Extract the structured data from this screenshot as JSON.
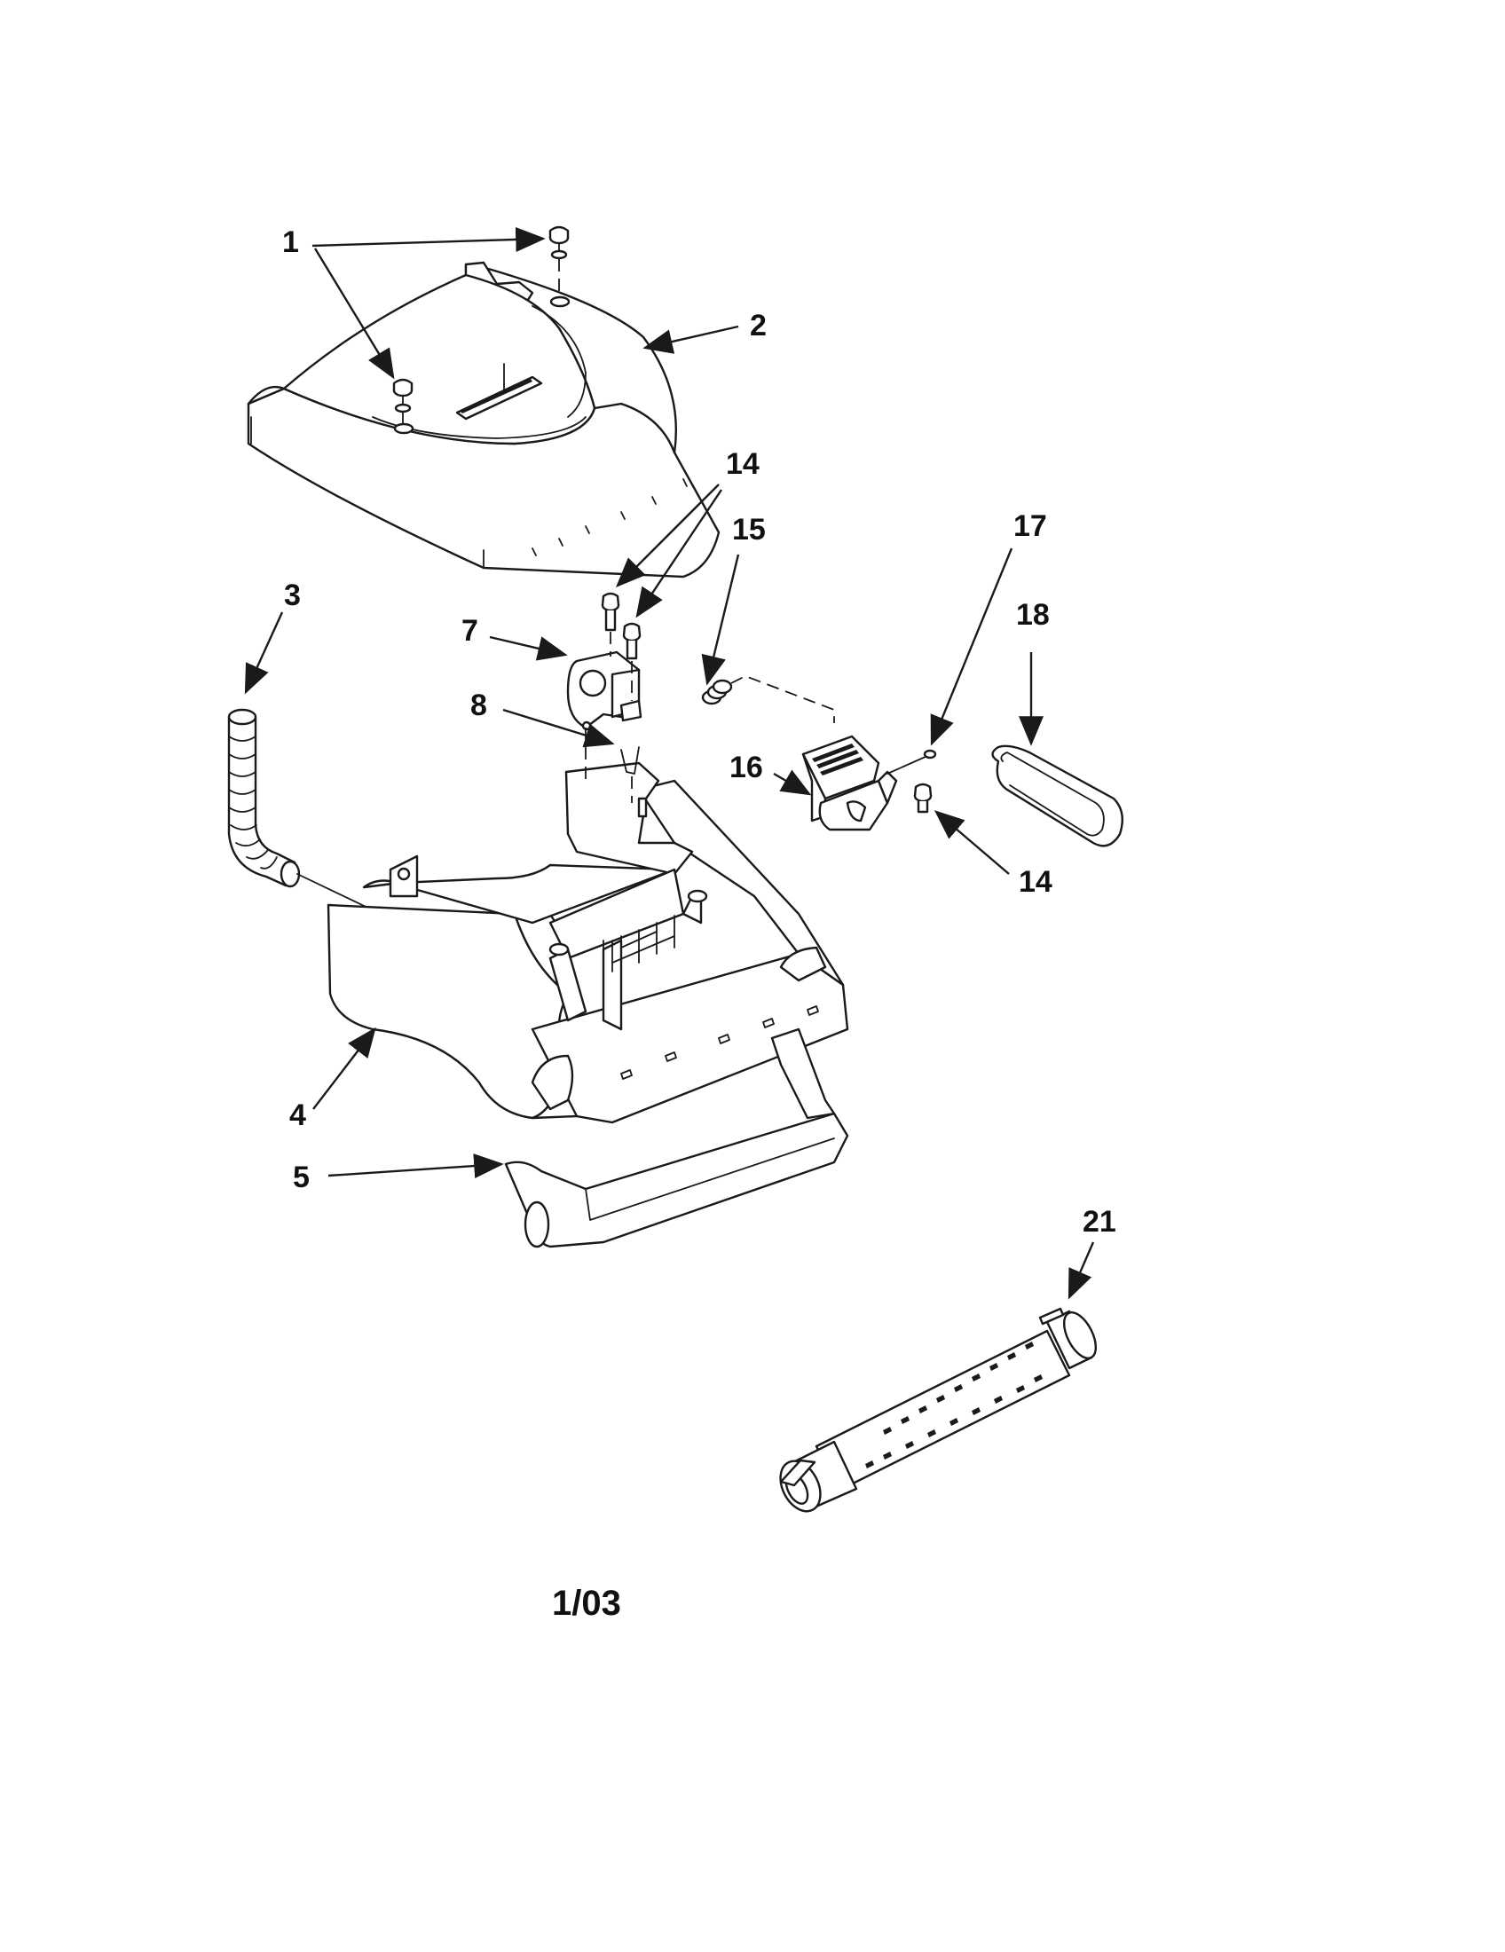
{
  "callouts": {
    "c1": "1",
    "c2": "2",
    "c3": "3",
    "c4": "4",
    "c5": "5",
    "c7": "7",
    "c8": "8",
    "c14a": "14",
    "c14b": "14",
    "c15": "15",
    "c16": "16",
    "c17": "17",
    "c18": "18",
    "c21": "21"
  },
  "footer": {
    "code": "1/03"
  },
  "colors": {
    "ink": "#1a1a1a",
    "paper": "#ffffff"
  }
}
